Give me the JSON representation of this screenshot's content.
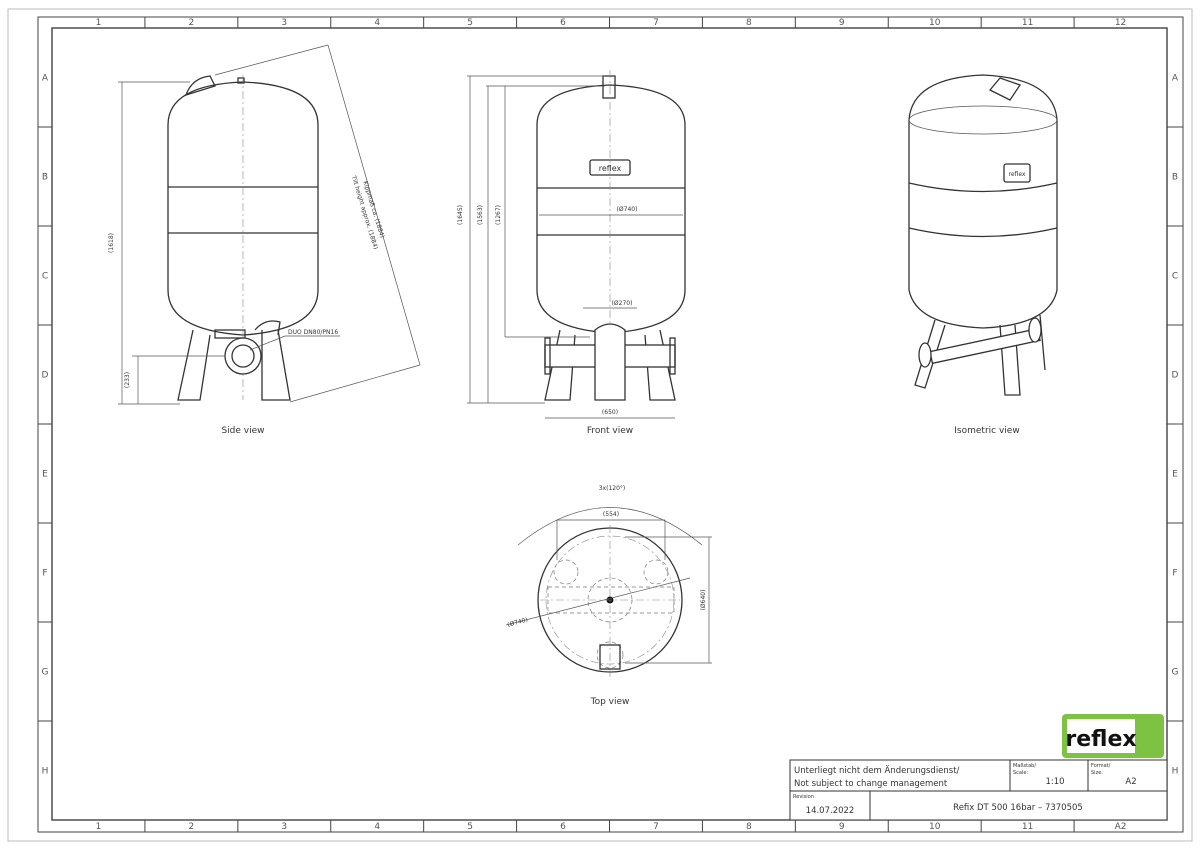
{
  "grid": {
    "columns": [
      "1",
      "2",
      "3",
      "4",
      "5",
      "6",
      "7",
      "8",
      "9",
      "10",
      "11",
      "12"
    ],
    "rows": [
      "A",
      "B",
      "C",
      "D",
      "E",
      "F",
      "G",
      "H"
    ],
    "bottom_last": "A2"
  },
  "views": {
    "side": {
      "caption": "Side view",
      "height": "(1618)",
      "connection_height": "(233)",
      "connection": "DUO DN80/PN16",
      "tilt_de": "Kippmaß ca. (1884)",
      "tilt_en": "Tilt height approx. (1884)"
    },
    "front": {
      "caption": "Front view",
      "height_total": "(1645)",
      "height_2": "(1563)",
      "height_3": "(1267)",
      "diameter": "(Ø740)",
      "flange_dia": "(Ø270)",
      "foot_width": "(650)",
      "badge": "reflex"
    },
    "iso": {
      "caption": "Isometric view",
      "badge": "reflex"
    },
    "top": {
      "caption": "Top view",
      "angle": "3x(120°)",
      "span": "(554)",
      "pcd": "(Ø640)",
      "diameter": "(Ø740)"
    }
  },
  "title_block": {
    "notice_de": "Unterliegt nicht dem Änderungsdienst/",
    "notice_en": "Not subject to change management",
    "scale_label": "Maßstab/",
    "scale_label_en": "Scale:",
    "scale": "1:10",
    "format_label": "Format/",
    "format_label_en": "Size:",
    "format": "A2",
    "revision_label": "Revision",
    "revision": "14.07.2022",
    "title": "Refix DT 500 16bar – 7370505"
  },
  "logo": {
    "text": "reflex",
    "color": "#7dc242"
  }
}
